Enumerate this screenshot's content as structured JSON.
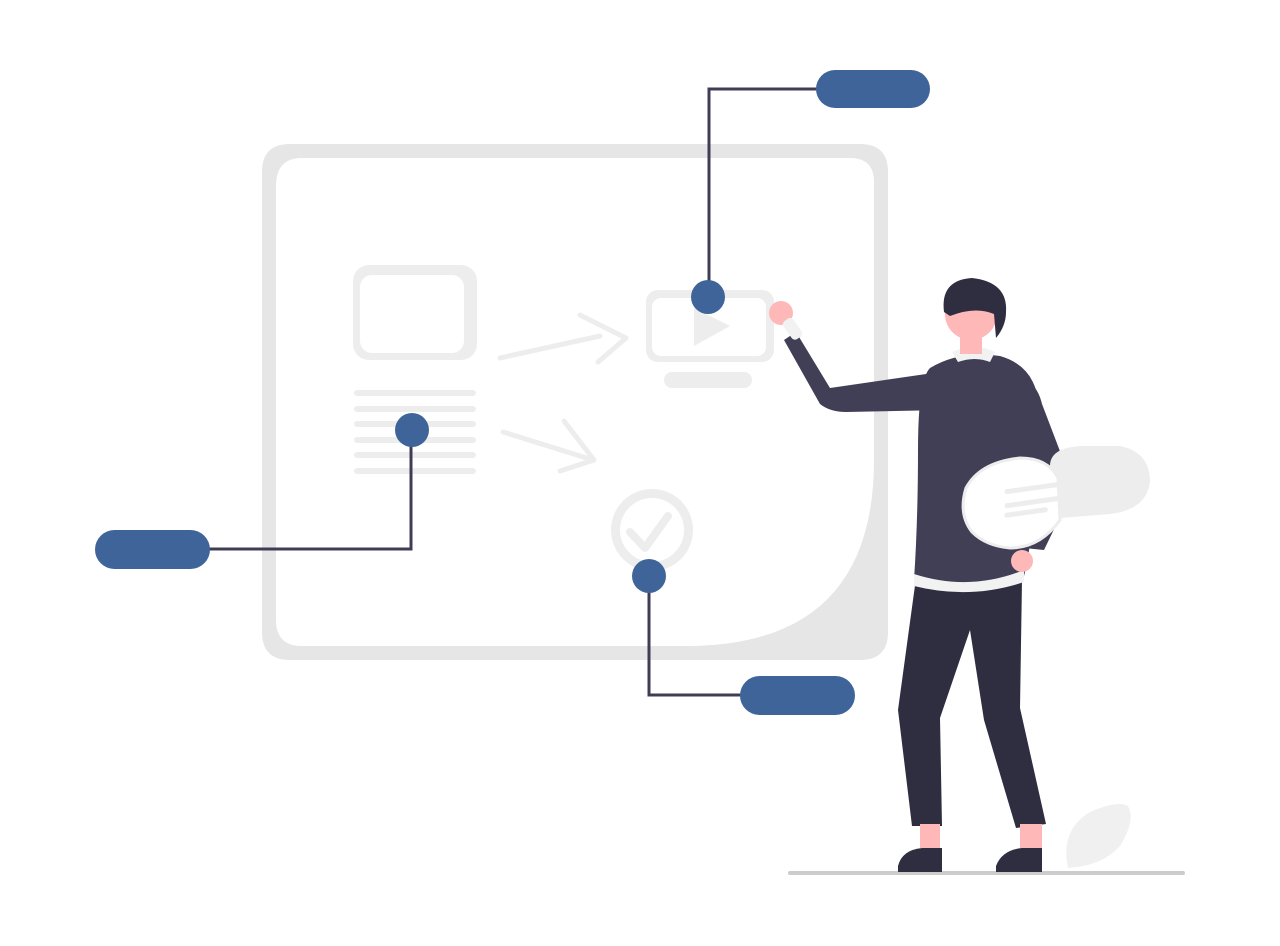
{
  "colors": {
    "background": "#ffffff",
    "frame": "#e6e6e6",
    "frame_inner": "#ffffff",
    "faint_shapes": "#ededed",
    "accent": "#3f6499",
    "connector": "#3f3d56",
    "shirt": "#413f56",
    "pants": "#2f2e41",
    "hair": "#2f2e41",
    "skin": "#ffb8b8",
    "collar": "#f2f2f2",
    "bubble": "#ededed",
    "ground": "#cccccc"
  },
  "icons": {
    "image_placeholder": "image-placeholder-icon",
    "text_lines": "text-lines-icon",
    "video": "video-play-icon",
    "check": "checkmark-circle-icon",
    "arrows": "arrow-right-icon",
    "speech_bubble": "speech-bubble-icon",
    "leaf": "leaf-icon"
  },
  "callouts": [
    {
      "id": "video",
      "label": ""
    },
    {
      "id": "text",
      "label": ""
    },
    {
      "id": "check",
      "label": ""
    }
  ]
}
